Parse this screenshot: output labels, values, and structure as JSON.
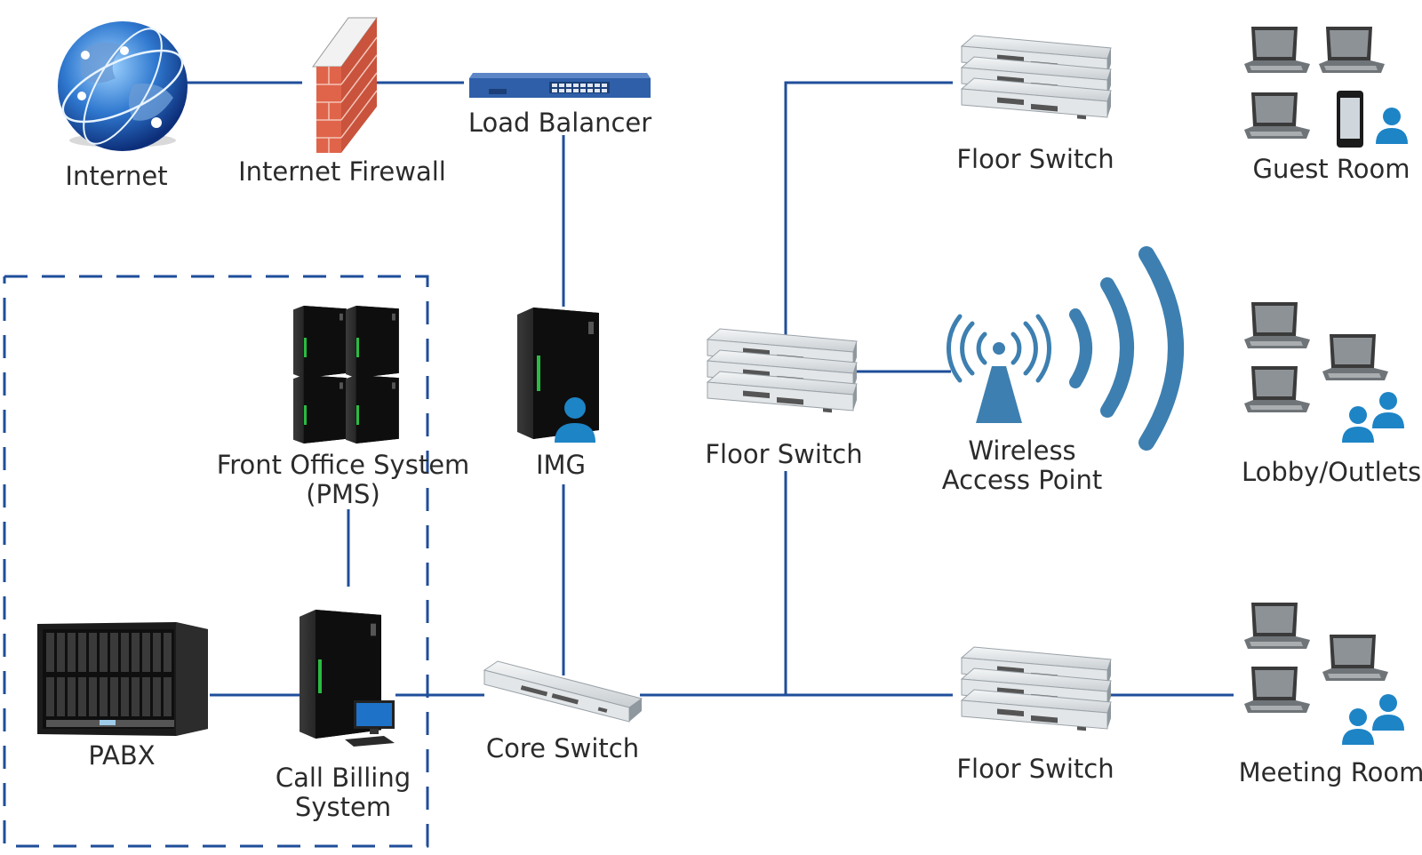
{
  "colors": {
    "wire": "#1f4e9a",
    "wifi": "#3d7fb0",
    "person": "#1d84c6",
    "firewall_brick": "#e0644a",
    "load_balancer": "#2f5fa8",
    "server_body": "#141414",
    "server_led": "#2fd94a",
    "switch_body": "#dfe3e6"
  },
  "nodes": {
    "internet": {
      "label": "Internet",
      "icon": "globe-icon"
    },
    "firewall": {
      "label": "Internet Firewall",
      "icon": "firewall-icon"
    },
    "load_balancer": {
      "label": "Load Balancer",
      "icon": "rack-device-icon"
    },
    "img": {
      "label": "IMG",
      "icon": "server-user-icon"
    },
    "front_office": {
      "label_line1": "Front Office System",
      "label_line2": "(PMS)",
      "icon": "server-cluster-icon"
    },
    "pabx": {
      "label": "PABX",
      "icon": "blade-chassis-icon"
    },
    "call_billing": {
      "label_line1": "Call Billing",
      "label_line2": "System",
      "icon": "server-workstation-icon"
    },
    "core_switch": {
      "label": "Core Switch",
      "icon": "network-switch-icon"
    },
    "floor_switch_center": {
      "label": "Floor Switch",
      "icon": "switch-stack-icon"
    },
    "floor_switch_top": {
      "label": "Floor Switch",
      "icon": "switch-stack-icon"
    },
    "floor_switch_bottom": {
      "label": "Floor Switch",
      "icon": "switch-stack-icon"
    },
    "wireless_ap": {
      "label_line1": "Wireless",
      "label_line2": "Access Point",
      "icon": "wifi-antenna-icon"
    },
    "guest_room": {
      "label": "Guest Room",
      "icon": "laptops-phone-user-icon"
    },
    "lobby": {
      "label": "Lobby/Outlets",
      "icon": "laptops-users-icon"
    },
    "meeting_room": {
      "label": "Meeting Room",
      "icon": "laptops-users-icon"
    }
  }
}
